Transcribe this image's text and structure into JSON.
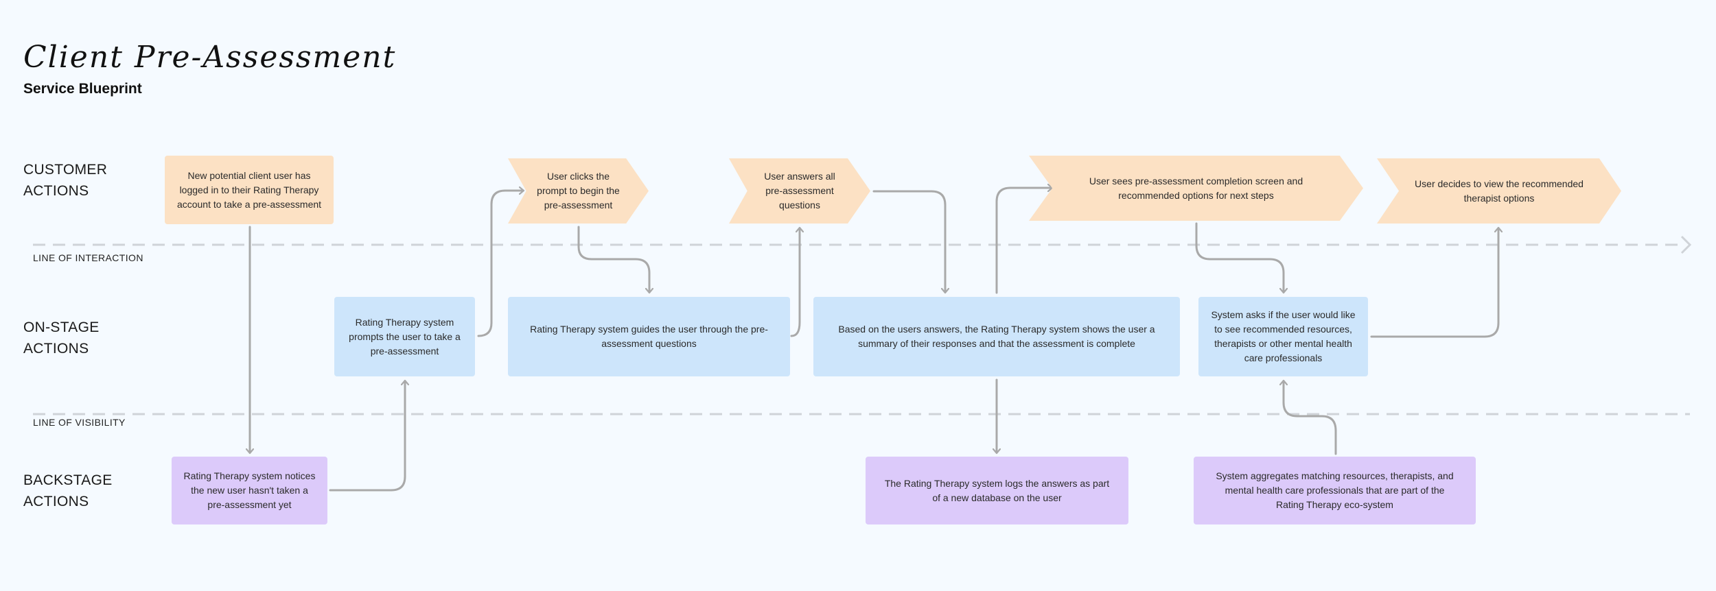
{
  "header": {
    "title": "Client Pre-Assessment",
    "subtitle": "Service Blueprint"
  },
  "lanes": {
    "customer": [
      "CUSTOMER",
      "ACTIONS"
    ],
    "onstage": [
      "ON-STAGE",
      "ACTIONS"
    ],
    "backstage": [
      "BACKSTAGE",
      "ACTIONS"
    ]
  },
  "lines": {
    "interaction": "LINE OF INTERACTION",
    "visibility": "LINE OF VISIBILITY"
  },
  "customer_actions": [
    "New potential client user has logged in to their Rating Therapy account to take a pre-assessment",
    "User clicks the prompt to begin the pre-assessment",
    "User answers all pre-assessment questions",
    "User sees pre-assessment completion screen and recommended options for next steps",
    "User decides to view the recommended therapist options"
  ],
  "onstage_actions": [
    "Rating Therapy system prompts the user to take a pre-assessment",
    "Rating Therapy system guides the user through the pre-assessment questions",
    "Based on the users answers, the Rating Therapy system shows the user a summary of their responses and that the assessment is complete",
    "System asks if the user would like to see recommended resources, therapists or other mental health care professionals"
  ],
  "backstage_actions": [
    "Rating Therapy system notices the new user hasn't taken a pre-assessment yet",
    "The Rating Therapy system logs the answers as part of a new database on the user",
    "System aggregates matching resources, therapists, and mental health care professionals that are part of the Rating Therapy eco-system"
  ],
  "colors": {
    "customer": "#fce1c4",
    "onstage": "#cde5fb",
    "backstage": "#dccafa",
    "connector": "#a9a9a9",
    "divider": "#cfd3d8",
    "background": "#f5faff"
  }
}
